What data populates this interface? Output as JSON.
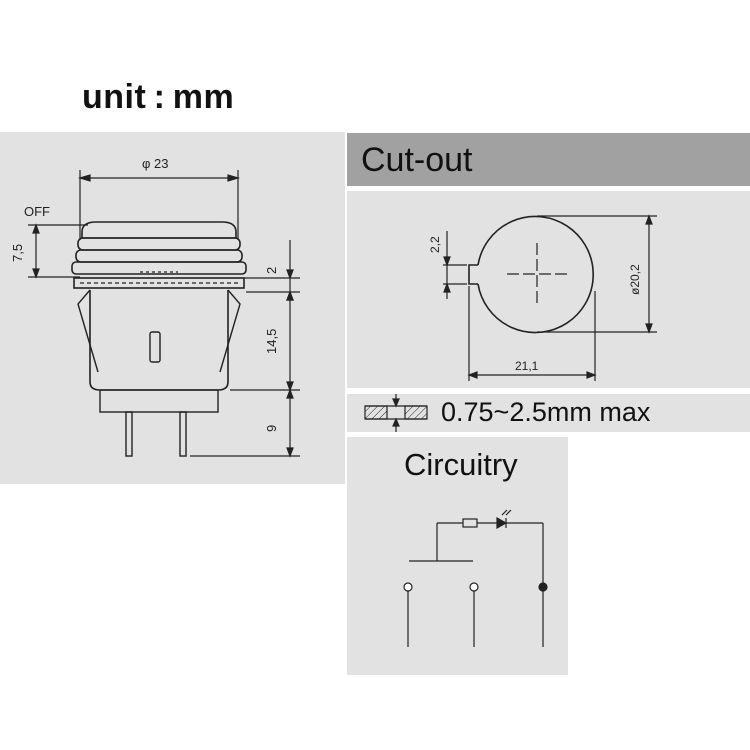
{
  "unit_label": "unit : mm",
  "side_view": {
    "diameter_label": "φ 23",
    "off_label": "OFF",
    "off_travel": "7,5",
    "bezel_height": "2",
    "body_height": "14,5",
    "pin_length": "9"
  },
  "cutout": {
    "title": "Cut-out",
    "key_offset": "2,2",
    "diameter": "ø20,2",
    "width": "21,1"
  },
  "panel_thickness": {
    "text": "0.75~2.5mm max"
  },
  "circuitry": {
    "title": "Circuitry"
  },
  "colors": {
    "panel_bg": "#e2e2e2",
    "header_bg": "#a1a1a1",
    "line": "#222222"
  }
}
